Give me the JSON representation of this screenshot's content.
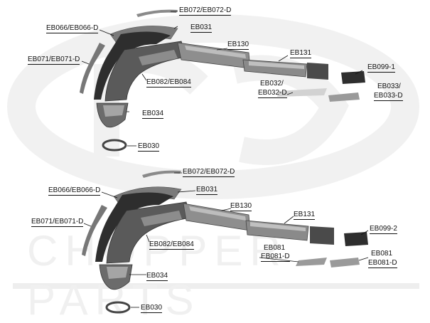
{
  "watermark": {
    "text": "CHOPPER PARTS"
  },
  "diagram_top": {
    "labels": {
      "eb072": "EB072/EB072-D",
      "eb066": "EB066/EB066-D",
      "eb031": "EB031",
      "eb130": "EB130",
      "eb071": "EB071/EB071-D",
      "eb131": "EB131",
      "eb099": "EB099-1",
      "eb082": "EB082/EB084",
      "eb032_a": "EB032/",
      "eb032_b": "EB032-D",
      "eb033_a": "EB033/",
      "eb033_b": "EB033-D",
      "eb034": "EB034",
      "eb030": "EB030"
    }
  },
  "diagram_bottom": {
    "labels": {
      "eb072": "EB072/EB072-D",
      "eb066": "EB066/EB066-D",
      "eb031": "EB031",
      "eb130": "EB130",
      "eb071": "EB071/EB071-D",
      "eb131": "EB131",
      "eb099": "EB099-2",
      "eb082": "EB082/EB084",
      "eb081_l1": "EB081",
      "eb081_l2": "EB081-D",
      "eb081_r1": "EB081",
      "eb081_r2": "EB081-D",
      "eb034": "EB034",
      "eb030": "EB030"
    }
  },
  "colors": {
    "part_dark": "#3a3a3a",
    "part_mid": "#7a7a7a",
    "part_light": "#b8b8b8",
    "line": "#111111"
  }
}
